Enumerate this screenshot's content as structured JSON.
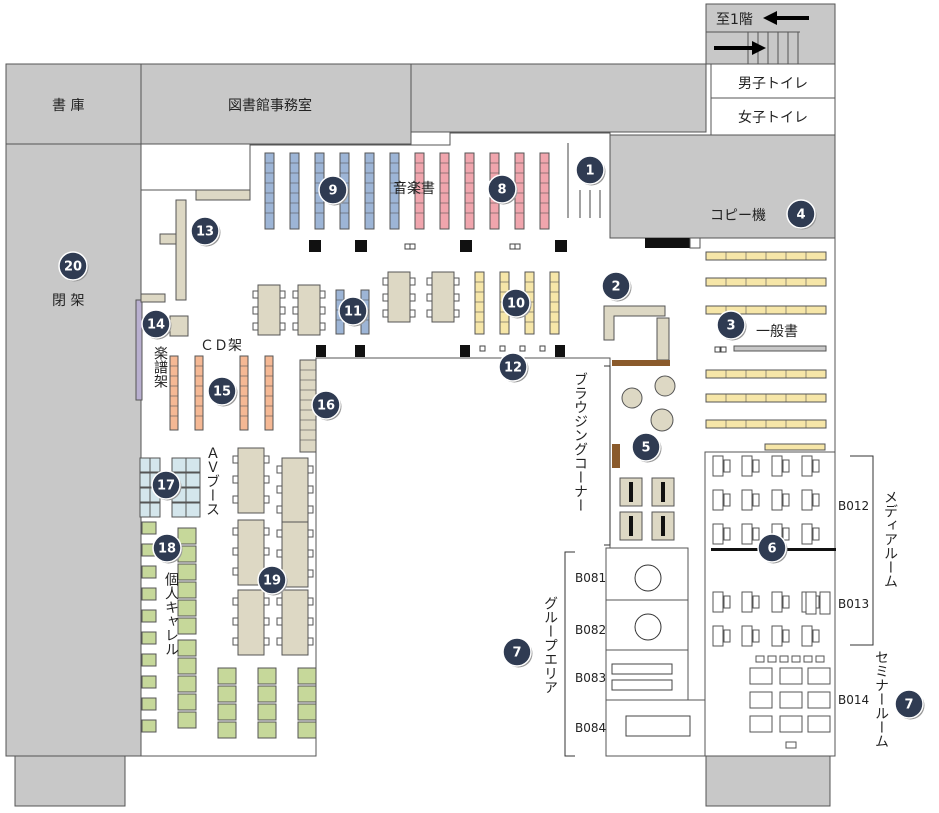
{
  "colors": {
    "wall": "#c8c8c8",
    "wall_stroke": "#555555",
    "badge": "#2f3b52",
    "shelf_blue": "#9db5d6",
    "shelf_pink": "#f0a5ad",
    "shelf_yellow": "#f6e6a8",
    "shelf_orange": "#f5b894",
    "table_beige": "#ddd8c4",
    "carrel_green": "#c6d89a",
    "av_blue": "#d4e6ec",
    "brown": "#8a5a2b"
  },
  "rooms": {
    "stack": "書 庫",
    "office": "図書館事務室",
    "closed_stacks": "閉 架",
    "to_first_floor": "至1階",
    "mens_toilet": "男子トイレ",
    "womens_toilet": "女子トイレ",
    "copy_machine": "コピー機",
    "general_books": "一般書",
    "music_books": "音楽書",
    "cd_shelf": "ＣＤ架",
    "score_shelf": "楽譜架",
    "av_booth": "ＡＶブース",
    "individual_carrel": "個人キャレル",
    "browsing_corner": "ブラウジングコーナー",
    "group_area": "グループエリア",
    "media_room": "メディアルーム",
    "seminar_room": "セミナールーム"
  },
  "room_codes": {
    "b012": "B012",
    "b013": "B013",
    "b014": "B014",
    "b081": "B081",
    "b082": "B082",
    "b083": "B083",
    "b084": "B084"
  },
  "markers": [
    "1",
    "2",
    "3",
    "4",
    "5",
    "6",
    "7",
    "8",
    "9",
    "10",
    "11",
    "12",
    "13",
    "14",
    "15",
    "16",
    "17",
    "18",
    "19",
    "20",
    "7"
  ]
}
